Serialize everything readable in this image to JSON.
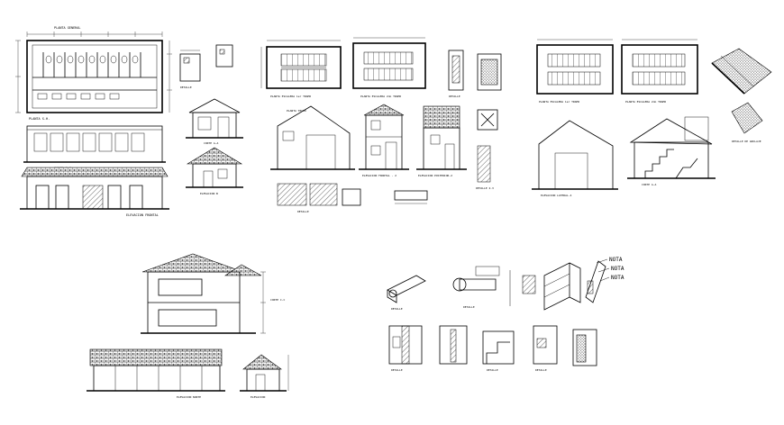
{
  "sheet": {
    "background": "#ffffff",
    "ink": "#000000"
  },
  "labels": {
    "nota_1": "NOTA",
    "nota_2": "NOTA",
    "nota_3": "NOTA"
  }
}
